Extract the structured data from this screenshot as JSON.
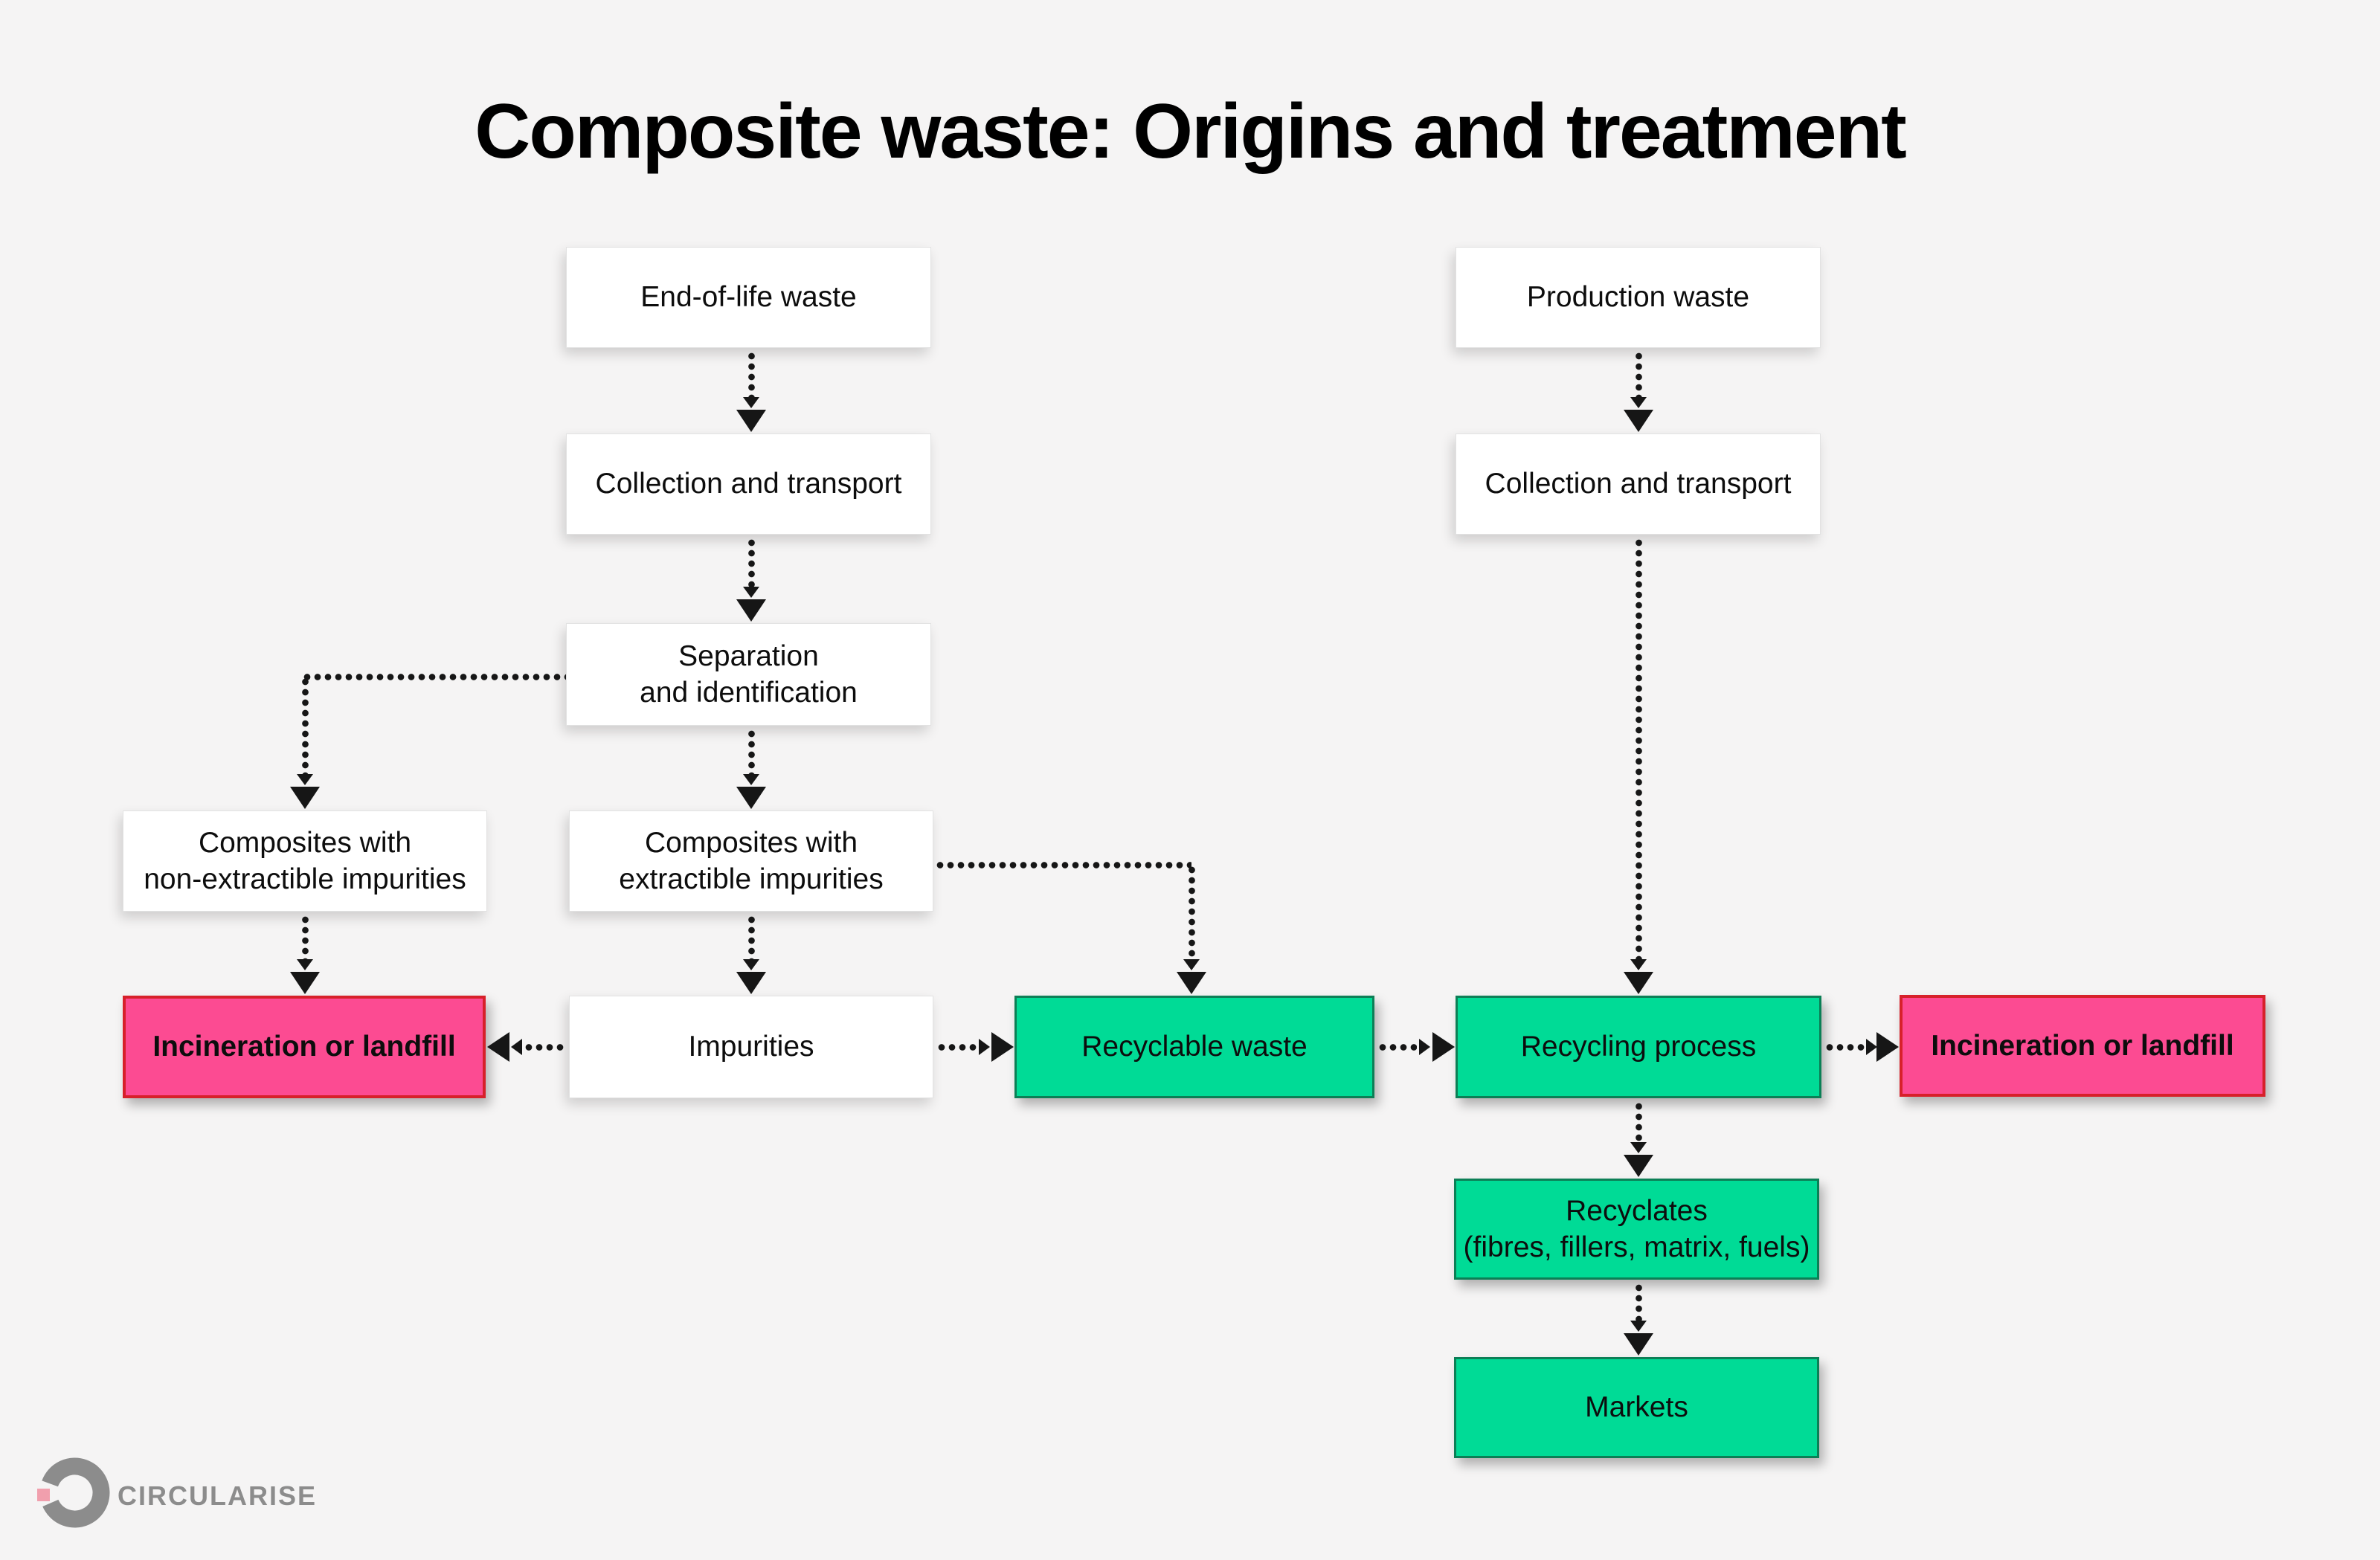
{
  "title": "Composite waste: Origins and treatment",
  "logo": {
    "text": "CIRCULARISE"
  },
  "colors": {
    "background": "#F5F4F4",
    "green_fill": "#00DB96",
    "green_border": "#0C7F56",
    "pink_fill": "#FC4B92",
    "pink_border": "#D7202A",
    "arrow": "#161616",
    "logo_gray": "#8C8C8C",
    "logo_pink": "#F19FAD"
  },
  "nodes": {
    "end_of_life": {
      "label": "End-of-life waste",
      "type": "white"
    },
    "collection_left": {
      "label": "Collection and transport",
      "type": "white"
    },
    "separation": {
      "label": "Separation\nand identification",
      "type": "white"
    },
    "composites_non_ext": {
      "label": "Composites with\nnon-extractible impurities",
      "type": "white"
    },
    "composites_ext": {
      "label": "Composites with\nextractible impurities",
      "type": "white"
    },
    "impurities": {
      "label": "Impurities",
      "type": "white"
    },
    "incineration_left": {
      "label": "Incineration or landfill",
      "type": "pink"
    },
    "recyclable_waste": {
      "label": "Recyclable waste",
      "type": "green"
    },
    "production_waste": {
      "label": "Production waste",
      "type": "white"
    },
    "collection_right": {
      "label": "Collection and transport",
      "type": "white"
    },
    "recycling_process": {
      "label": "Recycling process",
      "type": "green"
    },
    "incineration_right": {
      "label": "Incineration or landfill",
      "type": "pink"
    },
    "recyclates": {
      "label": "Recyclates\n(fibres, fillers, matrix, fuels)",
      "type": "green"
    },
    "markets": {
      "label": "Markets",
      "type": "green"
    }
  }
}
